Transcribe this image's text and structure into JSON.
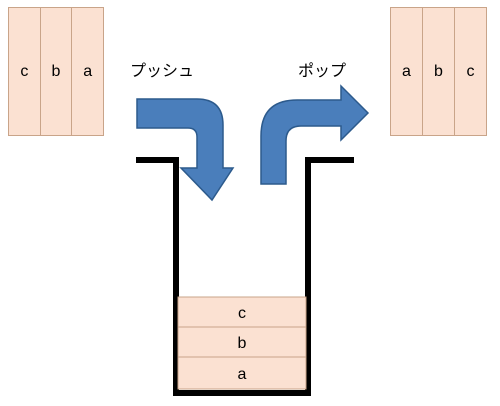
{
  "input_stack": {
    "cells": [
      "c",
      "b",
      "a"
    ]
  },
  "output_stack": {
    "cells": [
      "a",
      "b",
      "c"
    ]
  },
  "labels": {
    "push": "プッシュ",
    "pop": "ポップ"
  },
  "container": {
    "items_top_to_bottom": [
      "c",
      "b",
      "a"
    ]
  },
  "colors": {
    "arrow_fill": "#4a7ebb",
    "arrow_stroke": "#2c5a8c",
    "card_fill": "#fbe1d2",
    "card_border": "#c9a489",
    "container_stroke": "#000000"
  }
}
